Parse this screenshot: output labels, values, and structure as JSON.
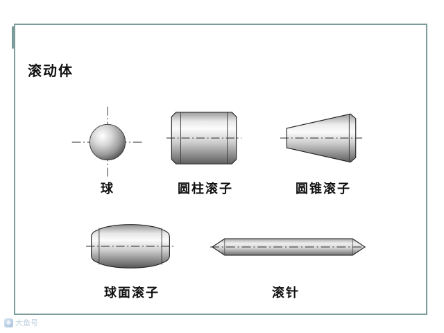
{
  "page": {
    "title": "滚动体",
    "watermark": {
      "text": "大鱼号"
    }
  },
  "diagram": {
    "figures": [
      {
        "name": "ball",
        "label": "球"
      },
      {
        "name": "cylindrical-roller",
        "label": "圆柱滚子"
      },
      {
        "name": "tapered-roller",
        "label": "圆锥滚子"
      },
      {
        "name": "spherical-roller",
        "label": "球面滚子"
      },
      {
        "name": "needle-roller",
        "label": "滚针"
      }
    ],
    "colors": {
      "frame": "#7c9c9c",
      "metal_light": "#fbfbfb",
      "metal_mid": "#cfcfcf",
      "metal_dark": "#5f5f5f",
      "centerline": "#2a2a2a",
      "watermark": "#b9cede"
    }
  }
}
